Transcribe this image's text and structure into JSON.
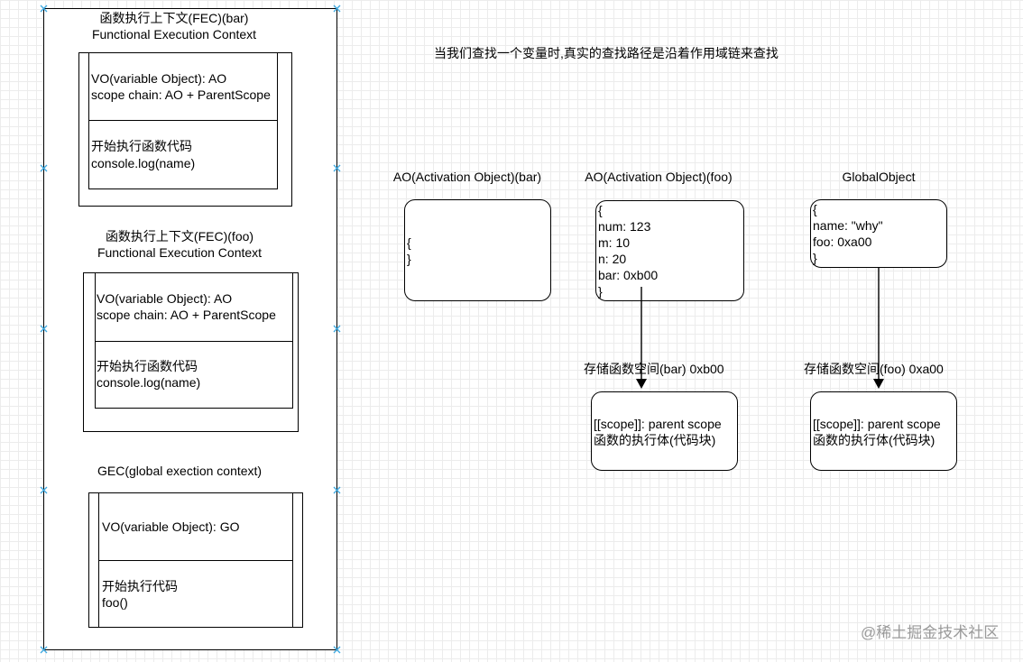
{
  "header_note": "当我们查找一个变量时,真实的查找路径是沿着作用域链来查找",
  "call_stack": {
    "fec_bar": {
      "title_line1": "函数执行上下文(FEC)(bar)",
      "title_line2": "Functional Execution Context",
      "vo": "VO(variable Object): AO",
      "scope_chain": "scope chain: AO + ParentScope",
      "exec_line1": "开始执行函数代码",
      "exec_line2": "console.log(name)"
    },
    "fec_foo": {
      "title_line1": "函数执行上下文(FEC)(foo)",
      "title_line2": "Functional Execution Context",
      "vo": "VO(variable Object): AO",
      "scope_chain": "scope chain: AO + ParentScope",
      "exec_line1": "开始执行函数代码",
      "exec_line2": "console.log(name)"
    },
    "gec": {
      "title": "GEC(global exection context)",
      "vo": "VO(variable Object): GO",
      "exec_line1": "开始执行代码",
      "exec_line2": "foo()"
    }
  },
  "ao_bar": {
    "title": "AO(Activation Object)(bar)",
    "line1": "{",
    "line2": "}"
  },
  "ao_foo": {
    "title": "AO(Activation Object)(foo)",
    "lines": [
      "{",
      "num: 123",
      "m: 10",
      "n: 20",
      "bar: 0xb00",
      "}"
    ]
  },
  "global_object": {
    "title": "GlobalObject",
    "lines": [
      "{",
      "name: \"why\"",
      "foo: 0xa00",
      "}"
    ]
  },
  "func_bar": {
    "title": "存储函数空间(bar) 0xb00",
    "line1": "[[scope]]: parent scope",
    "line2": "函数的执行体(代码块)"
  },
  "func_foo": {
    "title": "存储函数空间(foo) 0xa00",
    "line1": "[[scope]]: parent scope",
    "line2": "函数的执行体(代码块)"
  },
  "watermark": "@稀土掘金技术社区",
  "colors": {
    "marker": "#3fa9e0",
    "grid": "#ececec",
    "watermark": "#9a9a9a"
  }
}
